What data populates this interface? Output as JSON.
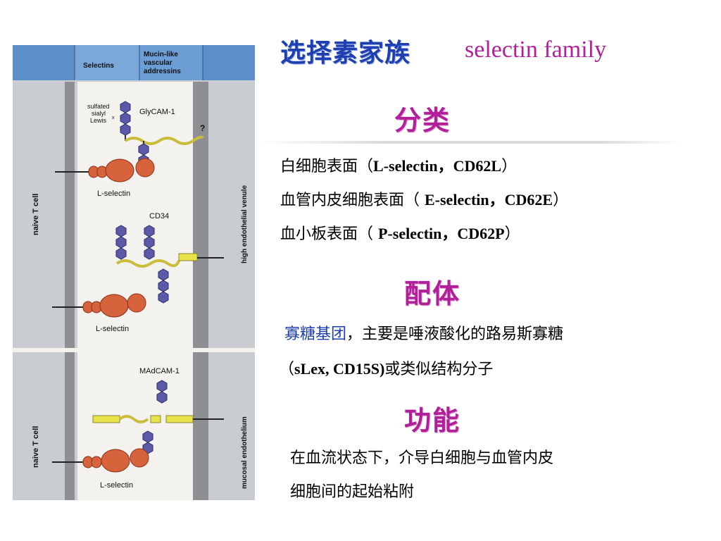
{
  "title": {
    "cn": "选择素家族",
    "en": "selectin family"
  },
  "sections": {
    "classification": {
      "heading": "分类",
      "items": [
        {
          "prefix": "白细胞表面（",
          "bold": "L-selectin，CD62L",
          "suffix": "）"
        },
        {
          "prefix": "血管内皮细胞表面（ ",
          "bold": "E-selectin，CD62E",
          "suffix": "）"
        },
        {
          "prefix": "血小板表面（ ",
          "bold": "P-selectin，CD62P",
          "suffix": "）"
        }
      ]
    },
    "ligand": {
      "heading": "配体",
      "line1_accent": "寡糖基团",
      "line1_rest": "，主要是唾液酸化的路易斯寡糖",
      "line2_prefix": "（",
      "line2_bold": "sLex, CD15S)",
      "line2_rest": "或类似结构分子"
    },
    "function": {
      "heading": "功能",
      "line1": "在血流状态下，介导白细胞与血管内皮",
      "line2": "细胞间的起始粘附"
    }
  },
  "figure": {
    "header_left": "Selectins",
    "header_right_lines": [
      "Mucin-like",
      "vascular",
      "addressins"
    ],
    "left_label_top": "naive T cell",
    "right_label_top": "high endothelial venule",
    "left_label_bottom": "naive T cell",
    "right_label_bottom": "mucosal endothelium",
    "sulfated_lines": [
      "sulfated",
      "sialyl",
      "Lewis"
    ],
    "sulfated_superscript": "x",
    "glycam": "GlyCAM-1",
    "question": "?",
    "lselectin_1": "L-selectin",
    "cd34": "CD34",
    "lselectin_2": "L-selectin",
    "madcam": "MAdCAM-1",
    "lselectin_3": "L-selectin"
  }
}
